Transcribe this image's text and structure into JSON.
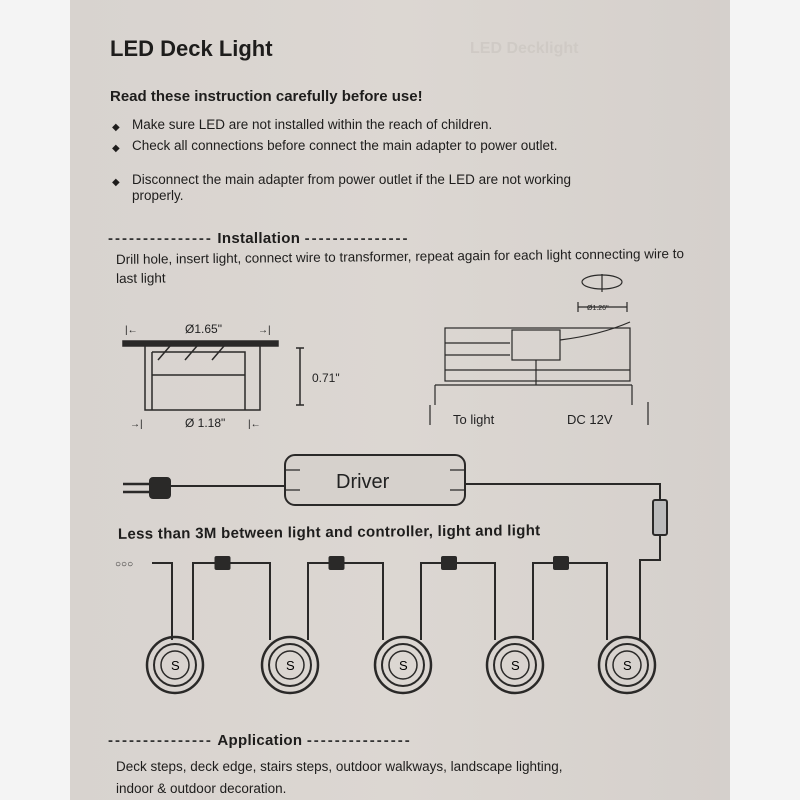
{
  "title": "LED Deck Light",
  "warning_heading": "Read these instruction carefully before use!",
  "bullets": [
    "Make sure LED are not installed within the reach of children.",
    "Check all connections before connect the main adapter to power outlet.",
    "Disconnect the main adapter from power outlet if the LED are not working properly."
  ],
  "installation": {
    "heading": "Installation",
    "text": "Drill hole, insert light, connect wire to transformer, repeat again for each light connecting wire to last light",
    "dim_top": "Ø1.65\"",
    "dim_height": "0.71\"",
    "dim_bottom": "Ø 1.18\"",
    "dim_hole": "Ø1.26\"",
    "to_light": "To light",
    "dc": "DC 12V"
  },
  "wiring": {
    "driver_label": "Driver",
    "caption": "Less than 3M between light and controller, light and light",
    "light_count": 5
  },
  "application": {
    "heading": "Application",
    "text_line1": "Deck steps, deck edge, stairs steps, outdoor walkways, landscape lighting,",
    "text_line2": "indoor & outdoor decoration."
  },
  "colors": {
    "paper": "#d9d4cf",
    "ink": "#1e1d1c"
  }
}
